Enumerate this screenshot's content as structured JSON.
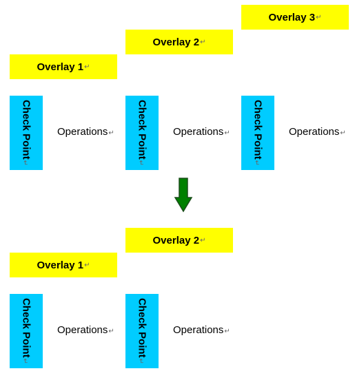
{
  "colors": {
    "overlay": "#ffff00",
    "checkpoint": "#00ccff",
    "arrow_fill": "#008000",
    "arrow_stroke": "#1a4d1a"
  },
  "return_mark": "↵",
  "icons": {
    "arrow": "down-arrow-icon"
  },
  "before": {
    "overlays": [
      "Overlay 1",
      "Overlay 2",
      "Overlay 3"
    ],
    "checkpoints": [
      "Check Point",
      "Check Point",
      "Check Point"
    ],
    "operations": [
      "Operations",
      "Operations",
      "Operations"
    ]
  },
  "after": {
    "overlays": [
      "Overlay 1",
      "Overlay 2"
    ],
    "checkpoints": [
      "Check Point",
      "Check Point"
    ],
    "operations": [
      "Operations",
      "Operations"
    ]
  }
}
